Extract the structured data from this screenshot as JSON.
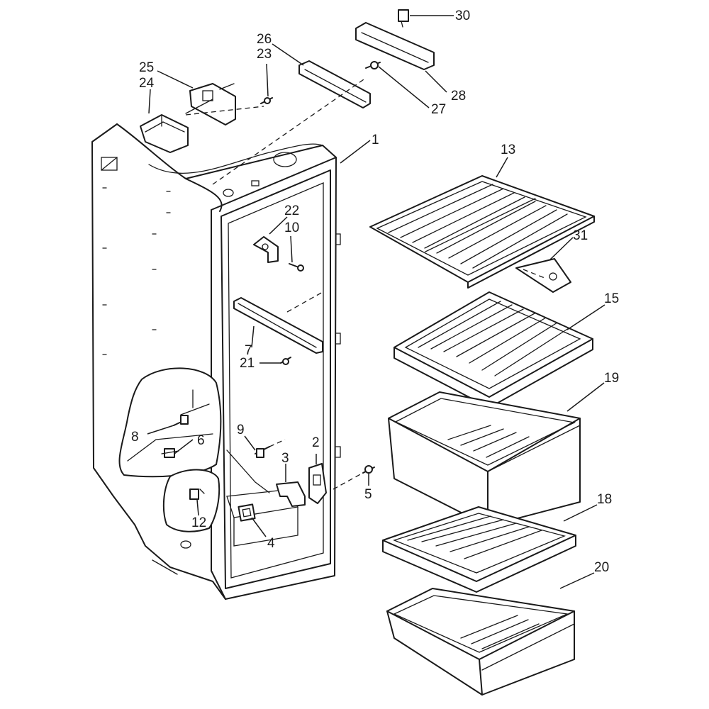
{
  "diagram": {
    "callouts": [
      {
        "id": "c1",
        "text": "1"
      },
      {
        "id": "c2",
        "text": "2"
      },
      {
        "id": "c3",
        "text": "3"
      },
      {
        "id": "c4",
        "text": "4"
      },
      {
        "id": "c5",
        "text": "5"
      },
      {
        "id": "c6",
        "text": "6"
      },
      {
        "id": "c7",
        "text": "7"
      },
      {
        "id": "c8",
        "text": "8"
      },
      {
        "id": "c9",
        "text": "9"
      },
      {
        "id": "c10",
        "text": "10"
      },
      {
        "id": "c12",
        "text": "12"
      },
      {
        "id": "c13",
        "text": "13"
      },
      {
        "id": "c15",
        "text": "15"
      },
      {
        "id": "c18",
        "text": "18"
      },
      {
        "id": "c19",
        "text": "19"
      },
      {
        "id": "c20",
        "text": "20"
      },
      {
        "id": "c21",
        "text": "21"
      },
      {
        "id": "c22",
        "text": "22"
      },
      {
        "id": "c23",
        "text": "23"
      },
      {
        "id": "c24",
        "text": "24"
      },
      {
        "id": "c25",
        "text": "25"
      },
      {
        "id": "c26",
        "text": "26"
      },
      {
        "id": "c27",
        "text": "27"
      },
      {
        "id": "c28",
        "text": "28"
      },
      {
        "id": "c30",
        "text": "30"
      },
      {
        "id": "c31",
        "text": "31"
      }
    ]
  }
}
